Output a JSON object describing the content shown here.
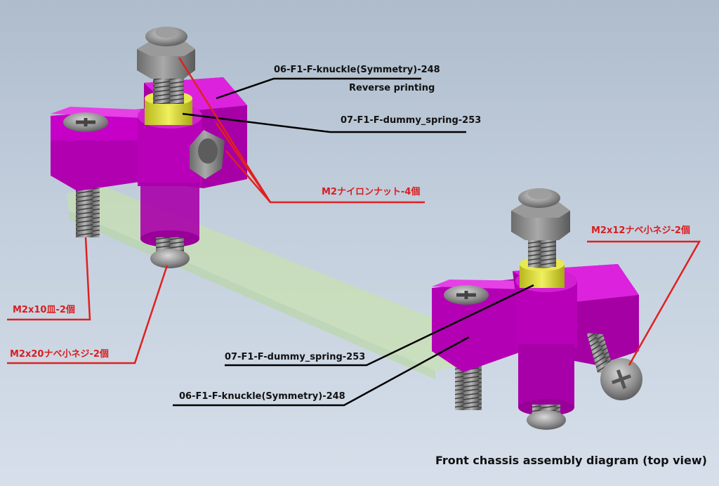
{
  "labels": {
    "knuckle_top": "06-F1-F-knuckle(Symmetry)-248",
    "reverse_printing": "Reverse printing",
    "spring_top": "07-F1-F-dummy_spring-253",
    "nylon_nut": "M2ナイロンナット-4個",
    "m2x12": "M2x12ナベ小ネジ-2個",
    "m2x10": "M2x10皿-2個",
    "m2x20": "M2x20ナベ小ネジ-2個",
    "spring_bottom": "07-F1-F-dummy_spring-253",
    "knuckle_bottom": "06-F1-F-knuckle(Symmetry)-248"
  },
  "caption": "Front chassis assembly diagram (top view)",
  "colors": {
    "part": "#c800c8",
    "spring": "#d8d830",
    "bar": "#c8e6a0",
    "hardware": "#8c8c8c",
    "leader_black": "#000000",
    "leader_red": "#e02020"
  }
}
